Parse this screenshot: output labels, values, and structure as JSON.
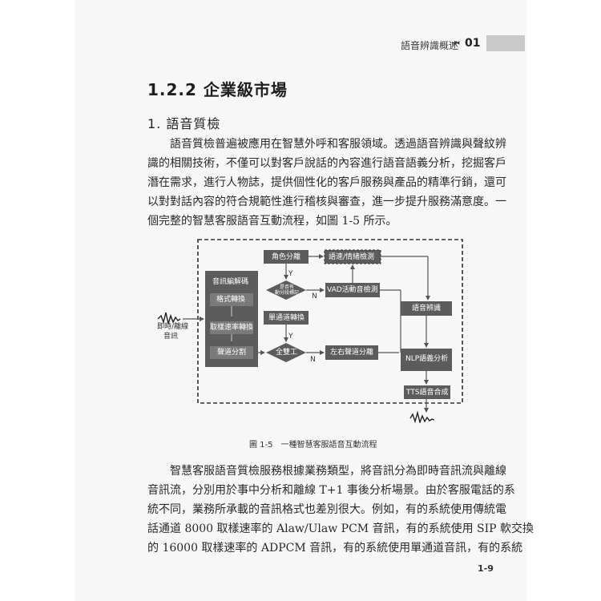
{
  "header": {
    "running_title": "語音辨識概述",
    "chapter_icon": "⏮",
    "chapter_number": "01"
  },
  "section": {
    "heading": "1.2.2 企業級市場",
    "subheading": "1. 語音質檢"
  },
  "paragraph1": [
    "語音質檢普遍被應用在智慧外呼和客服領域。透過語音辨識與聲紋辨",
    "識的相關技術，不僅可以對客戶說話的內容進行語音語義分析，挖掘客戶",
    "潛在需求，進行人物誌，提供個性化的客戶服務與產品的精準行銷，還可",
    "以對對話內容的符合規範性進行稽核與審查，進一步提升服務滿意度。一",
    "個完整的智慧客服語音互動流程，如圖 1-5 所示。"
  ],
  "figure": {
    "input_label_line1": "即時/離線",
    "input_label_line2": "音訊",
    "decode_group": "音訊編解碼",
    "format_convert": "格式轉換",
    "sample_rate_convert": "取樣速率轉換",
    "channel_split": "聲道分割",
    "role_separation": "角色分離",
    "speed_emotion_detect": "語速/情緒檢測",
    "decision_split_tag": "是否有\n動分段標記",
    "vad_detect": "VAD活動音檢測",
    "mono_convert": "單通道轉換",
    "full_duplex": "全雙工",
    "lr_channel_split": "左右聲道分離",
    "speech_recognition": "語音辨識",
    "nlp_analysis": "NLP語義分析",
    "tts_synthesis": "TTS語音合成",
    "yes_label": "Y",
    "no_label": "N"
  },
  "caption": "圖 1-5　一種智慧客服語音互動流程",
  "paragraph2": [
    "智慧客服語音質檢服務根據業務類型，將音訊分為即時音訊流與離線",
    "音訊流，分別用於事中分析和離線 T+1 事後分析場景。由於客服電話的系",
    "統不同，業務所承載的音訊格式也差別很大。例如，有的系統使用傳統電",
    "話通道 8000 取樣速率的 Alaw/Ulaw PCM 音訊，有的系統使用 SIP 軟交換",
    "的 16000 取樣速率的 ADPCM 音訊，有的系統使用單通道音訊，有的系統"
  ],
  "page_number": "1-9",
  "colors": {
    "box_fill": "#5c5c5c",
    "box_light": "#7a7a7a",
    "arrow": "#555555",
    "header_bar": "#c9c9c9",
    "page_bg": "#f7f7f7"
  }
}
